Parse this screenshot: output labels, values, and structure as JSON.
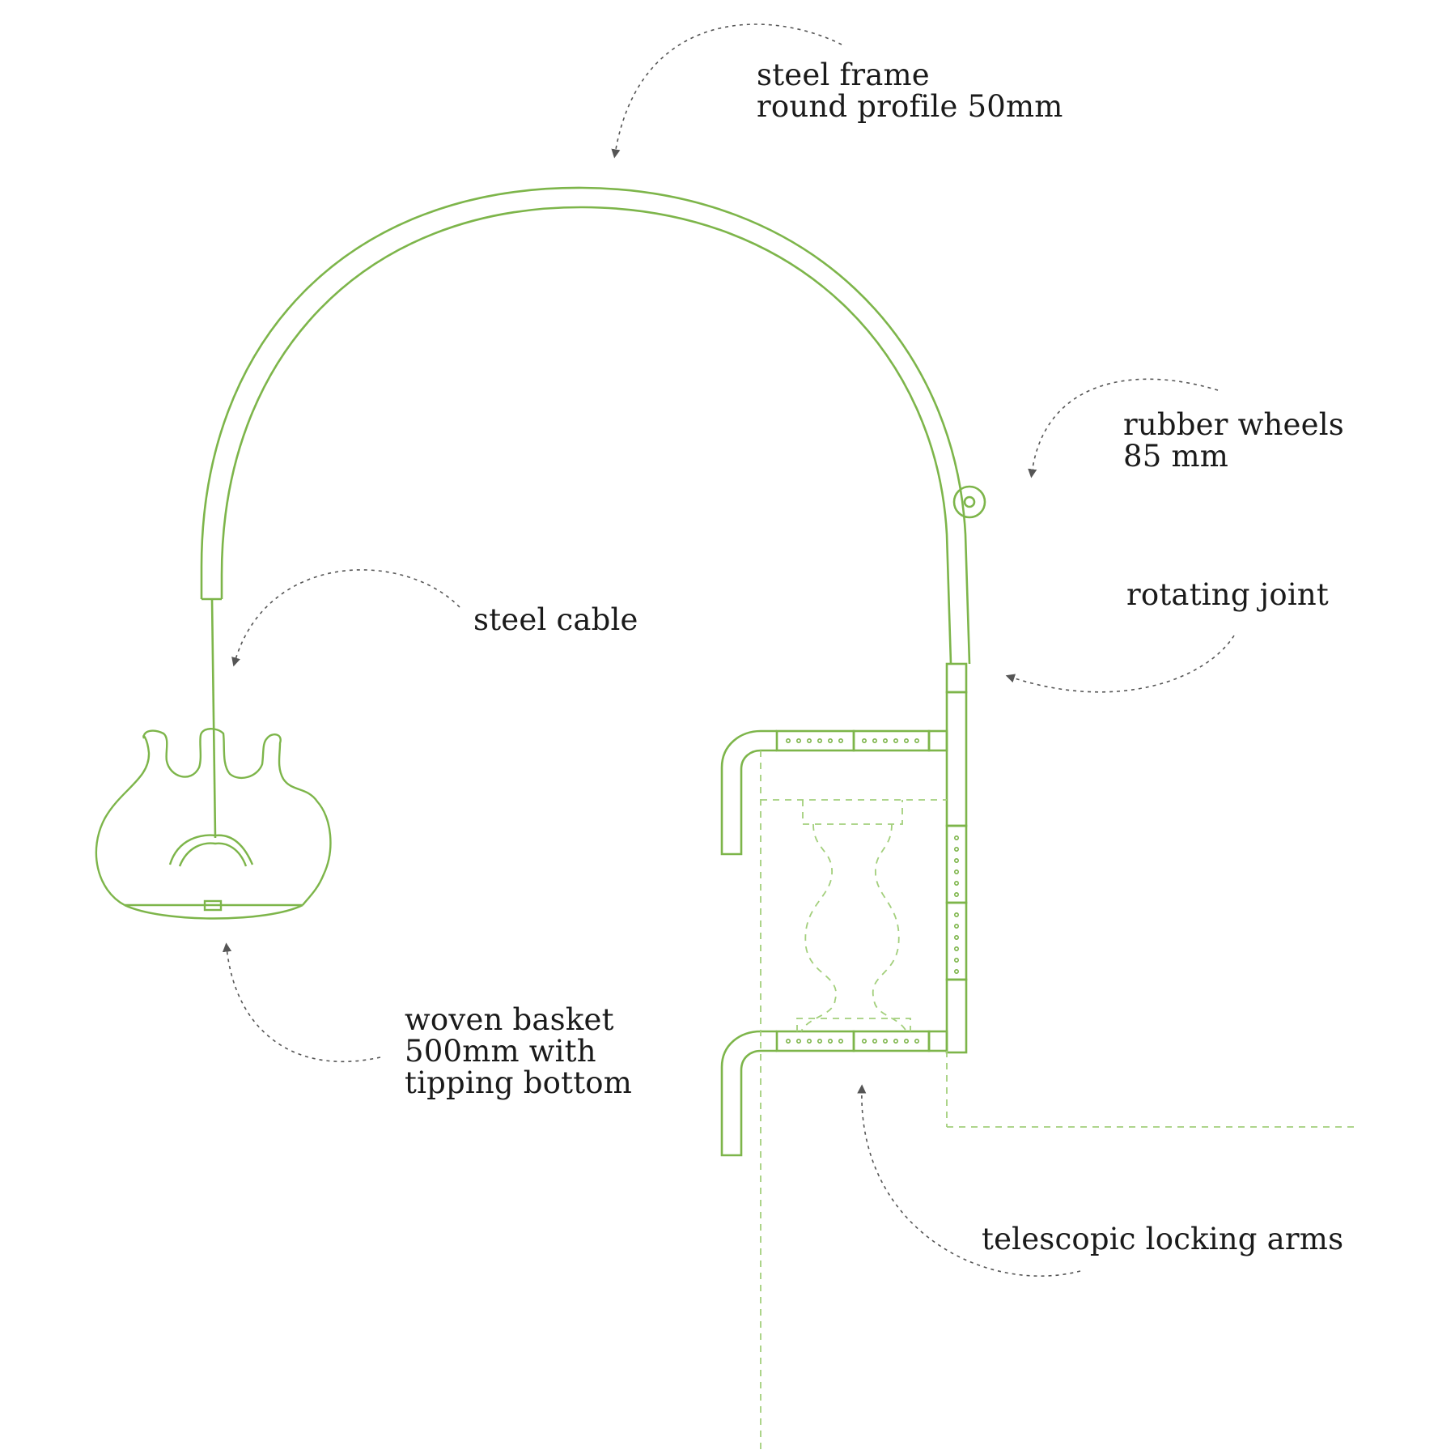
{
  "colors": {
    "line": "#7db54a",
    "dashed": "#a3cf7c",
    "arrow": "#555555",
    "text": "#1a1a1a",
    "background": "#ffffff"
  },
  "labels": {
    "steel_frame": {
      "line1": "steel frame",
      "line2": "round profile 50mm"
    },
    "rubber_wheels": {
      "line1": "rubber wheels",
      "line2": "85 mm"
    },
    "rotating_joint": {
      "line1": "rotating joint"
    },
    "steel_cable": {
      "line1": "steel cable"
    },
    "woven_basket": {
      "line1": "woven basket",
      "line2": "500mm with",
      "line3": "tipping bottom"
    },
    "telescopic_arms": {
      "line1": "telescopic locking arms"
    }
  }
}
